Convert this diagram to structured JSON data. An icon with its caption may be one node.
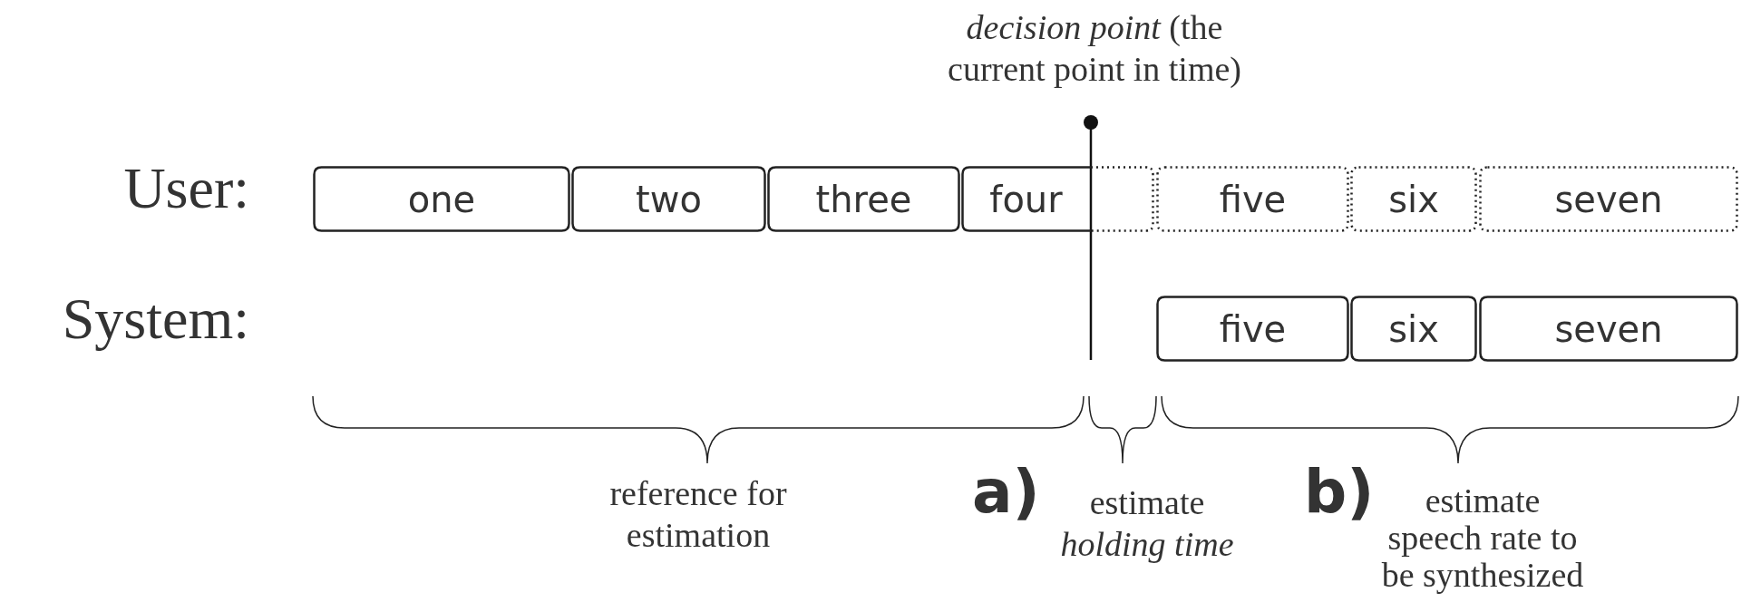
{
  "diagram": {
    "nodes": [
      {
        "text": [
          "one"
        ]
      },
      {
        "text": [
          "two"
        ]
      },
      {
        "text": [
          "three"
        ]
      },
      {
        "text": [
          "four"
        ]
      },
      {
        "text": [
          "five"
        ]
      },
      {
        "text": [
          "six"
        ]
      },
      {
        "text": [
          "seven"
        ]
      },
      {
        "text": [
          "five"
        ]
      },
      {
        "text": [
          "six"
        ]
      },
      {
        "text": [
          "seven"
        ]
      }
    ],
    "edges": [],
    "labels": [
      "*decision point* (the current point in time)",
      "User:",
      "System:",
      "reference for estimation",
      "a)",
      "estimate *holding time*",
      "b)",
      "estimate speech rate to be synthesized"
    ]
  }
}
